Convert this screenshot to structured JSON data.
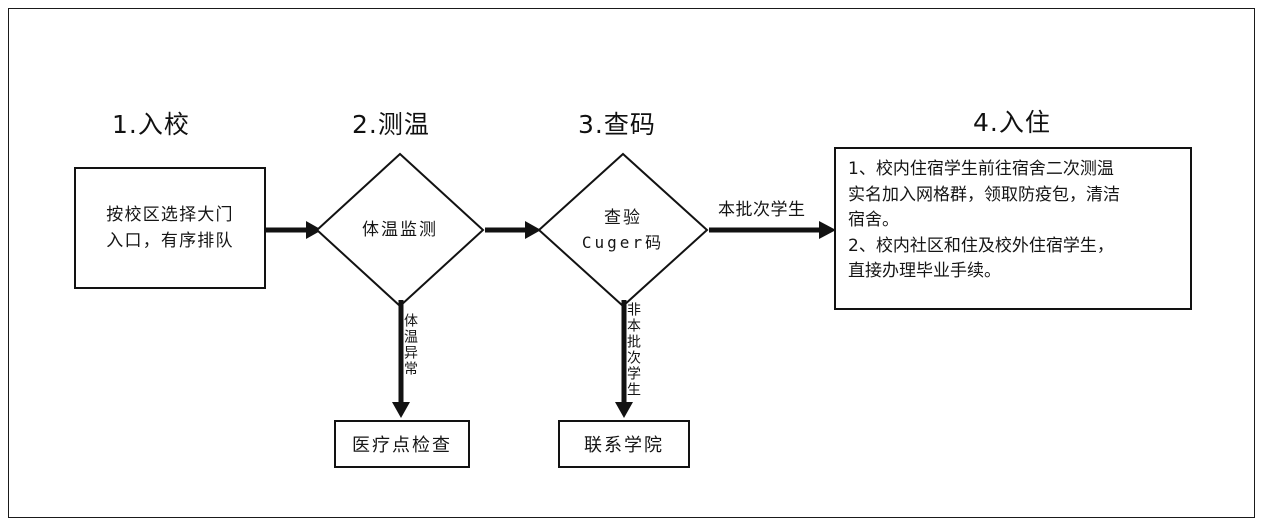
{
  "diagram": {
    "type": "flowchart",
    "title_bar": "",
    "stages": [
      {
        "id": "stage-1",
        "number_label": "1.入校"
      },
      {
        "id": "stage-2",
        "number_label": "2.测温"
      },
      {
        "id": "stage-3",
        "number_label": "3.查码"
      },
      {
        "id": "stage-4",
        "number_label": "4.入住"
      }
    ],
    "nodes": {
      "entry_process": {
        "shape": "rectangle",
        "text": "按校区选择大门\n入口，有序排队"
      },
      "temperature_decision": {
        "shape": "diamond",
        "text": "体温监测"
      },
      "code_decision": {
        "shape": "diamond",
        "text_line1": "查验",
        "text_line2": "Cuger码"
      },
      "medical_check": {
        "shape": "rectangle",
        "text": "医疗点检查"
      },
      "contact_college": {
        "shape": "rectangle",
        "text": "联系学院"
      },
      "checkin_note": {
        "shape": "rectangle",
        "text": "1、校内住宿学生前往宿舍二次测温\n实名加入网格群，领取防疫包，清洁\n宿舍。\n2、校内社区和住及校外住宿学生，\n直接办理毕业手续。"
      }
    },
    "edge_labels": {
      "entry_to_temp": "",
      "temp_to_code": "",
      "code_to_checkin": "本批次学生",
      "temp_abnormal": "体温异常",
      "not_this_batch": "非本批次学生"
    },
    "colors": {
      "stroke": "#121212",
      "text": "#151515",
      "background": "#ffffff",
      "frame": "#1a1a1a"
    }
  }
}
